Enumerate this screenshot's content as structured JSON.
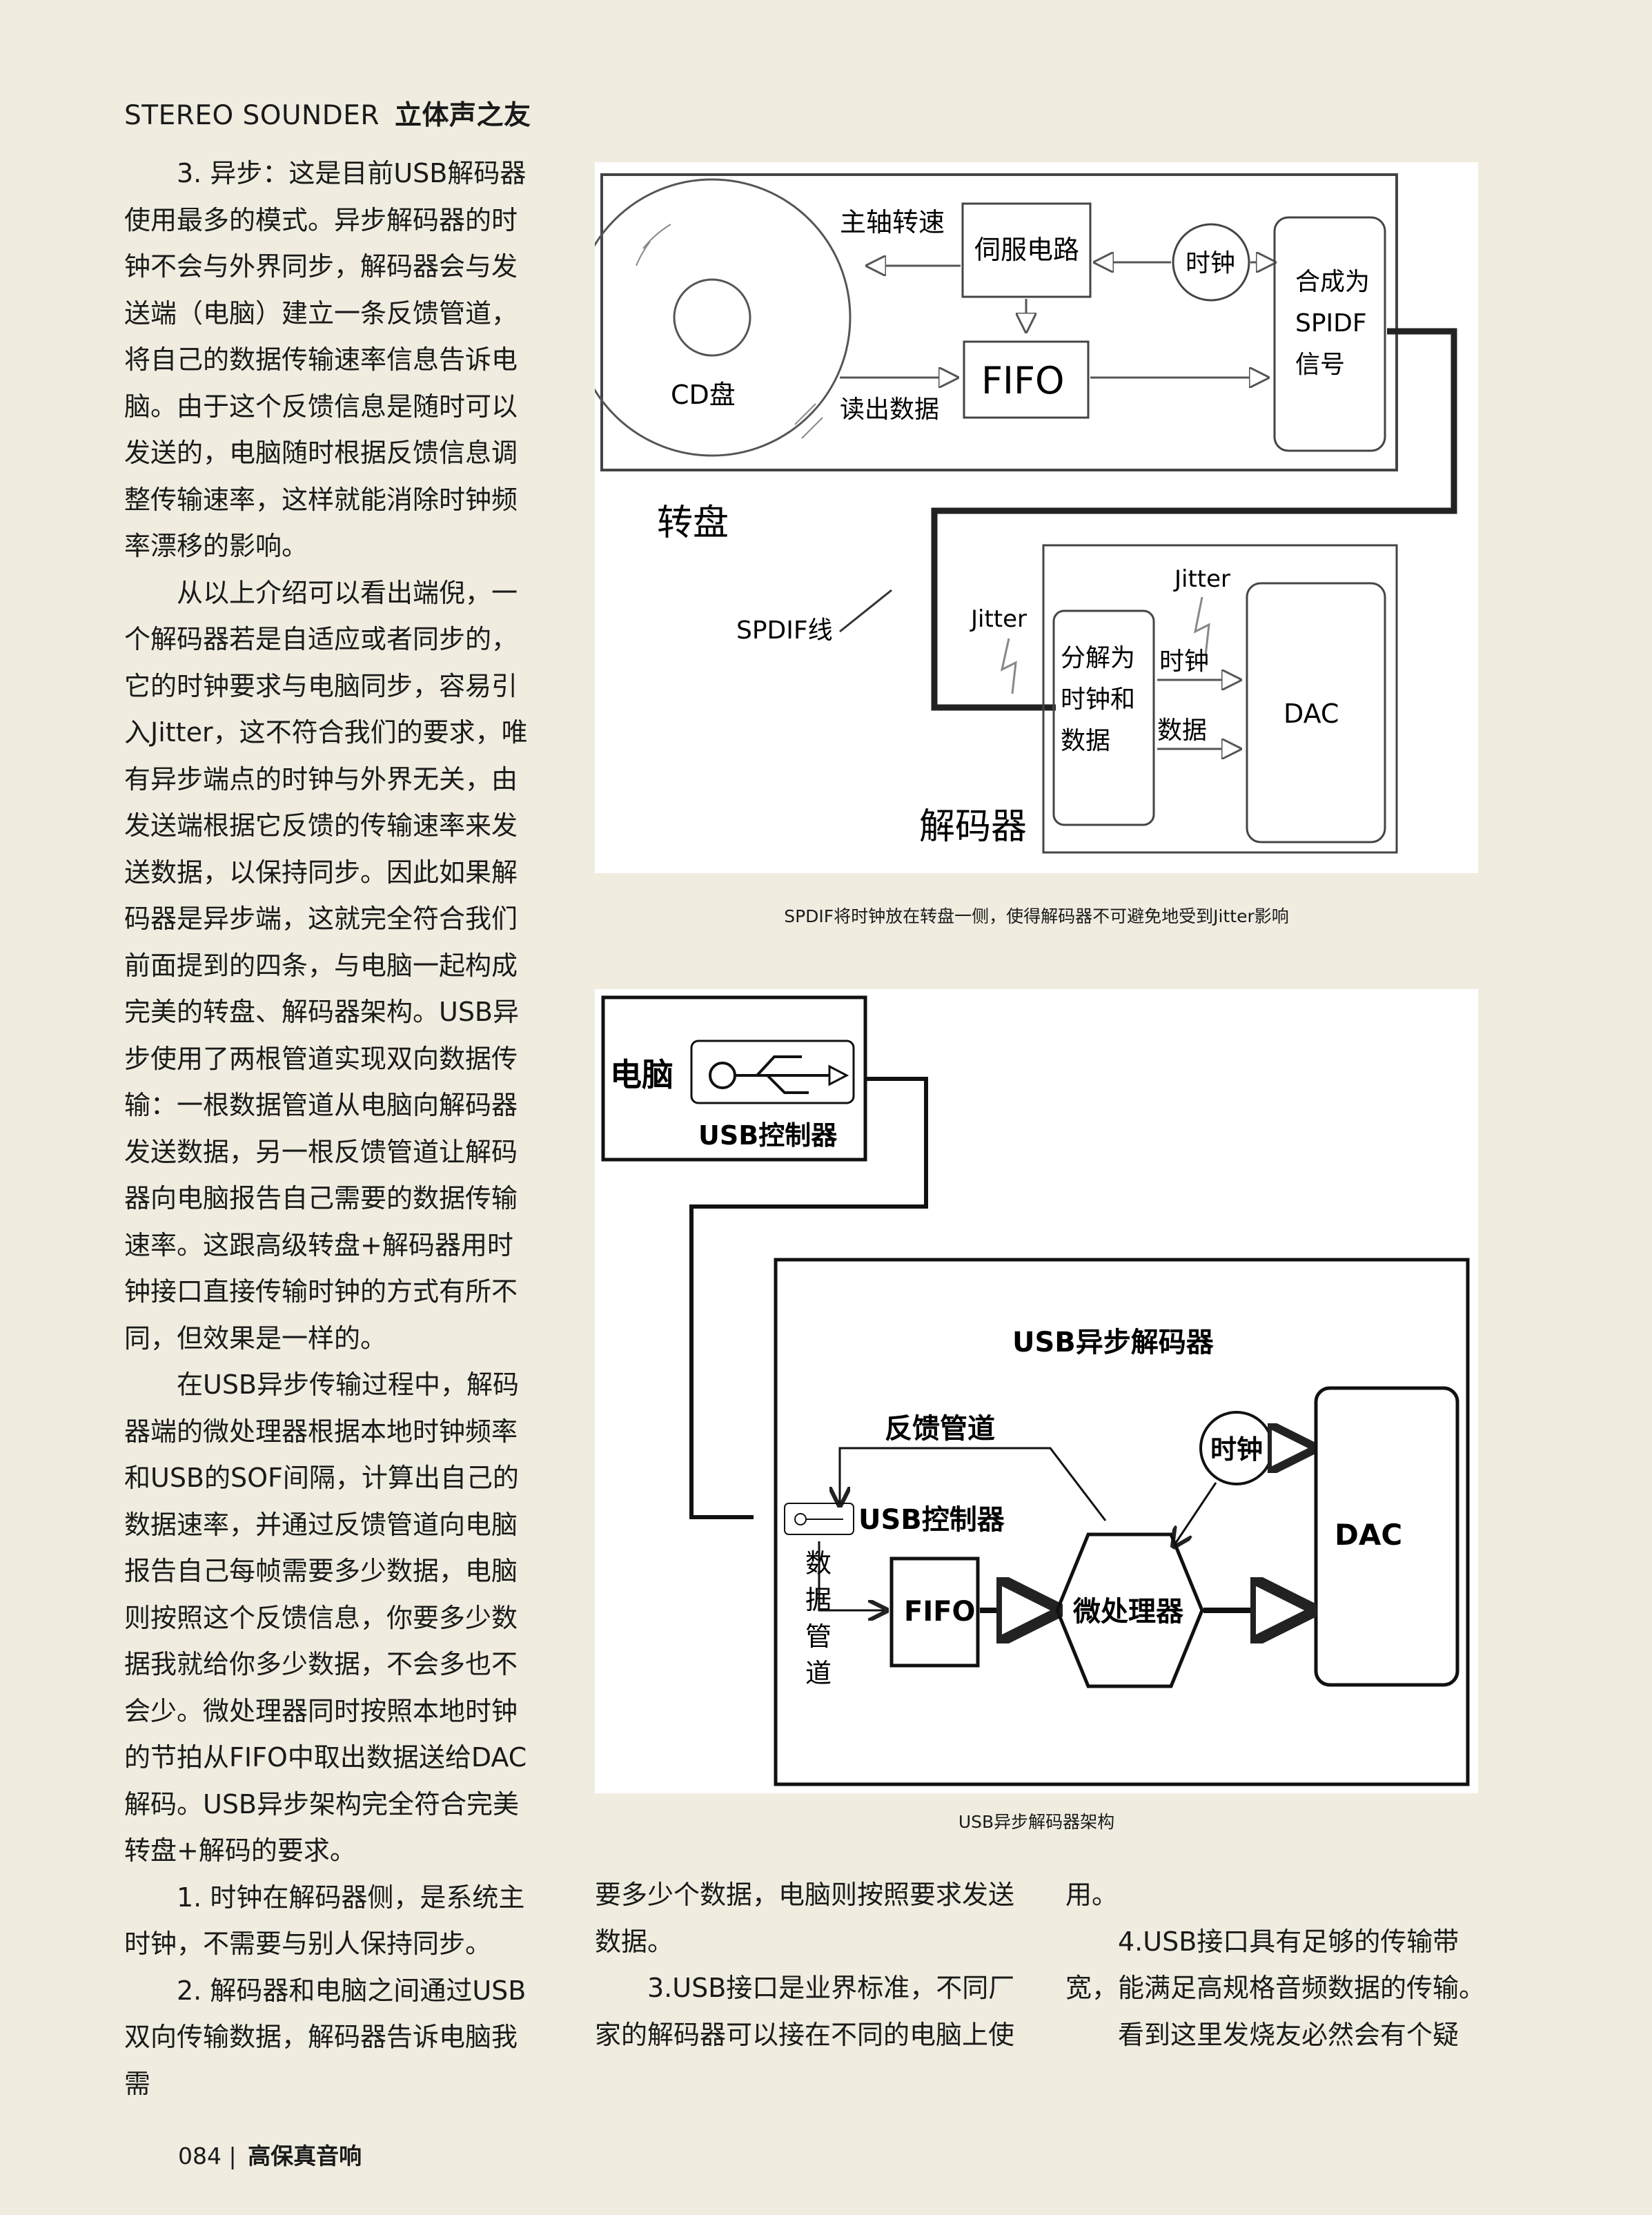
{
  "header": {
    "en": "STEREO SOUNDER",
    "cn": "立体声之友"
  },
  "col1": [
    "3. 异步：这是目前USB解码器使用最多的模式。异步解码器的时钟不会与外界同步，解码器会与发送端（电脑）建立一条反馈管道，将自己的数据传输速率信息告诉电脑。由于这个反馈信息是随时可以发送的，电脑随时根据反馈信息调整传输速率，这样就能消除时钟频率漂移的影响。",
    "从以上介绍可以看出端倪，一个解码器若是自适应或者同步的，它的时钟要求与电脑同步，容易引入Jitter，这不符合我们的要求，唯有异步端点的时钟与外界无关，由发送端根据它反馈的传输速率来发送数据，以保持同步。因此如果解码器是异步端，这就完全符合我们前面提到的四条，与电脑一起构成完美的转盘、解码器架构。USB异步使用了两根管道实现双向数据传输：一根数据管道从电脑向解码器发送数据，另一根反馈管道让解码器向电脑报告自己需要的数据传输速率。这跟高级转盘+解码器用时钟接口直接传输时钟的方式有所不同，但效果是一样的。",
    "在USB异步传输过程中，解码器端的微处理器根据本地时钟频率和USB的SOF间隔，计算出自己的数据速率，并通过反馈管道向电脑报告自己每帧需要多少数据，电脑则按照这个反馈信息，你要多少数据我就给你多少数据，不会多也不会少。微处理器同时按照本地时钟的节拍从FIFO中取出数据送给DAC解码。USB异步架构完全符合完美转盘+解码的要求。",
    "1. 时钟在解码器侧，是系统主时钟，不需要与别人保持同步。",
    "2. 解码器和电脑之间通过USB双向传输数据，解码器告诉电脑我需"
  ],
  "col2": [
    "要多少个数据，电脑则按照要求发送数据。",
    "3.USB接口是业界标准，不同厂家的解码器可以接在不同的电脑上使"
  ],
  "col3": [
    "用。",
    "4.USB接口具有足够的传输带宽，能满足高规格音频数据的传输。",
    "看到这里发烧友必然会有个疑"
  ],
  "fig1": {
    "spindle": "主轴转速",
    "servo": "伺服电路",
    "clock": "时钟",
    "combine": [
      "合成为",
      "SPIDF",
      "信号"
    ],
    "cd": "CD盘",
    "fifo": "FIFO",
    "read": "读出数据",
    "turntable": "转盘",
    "spdif_line": "SPDIF线",
    "jitter": "Jitter",
    "split": [
      "分解为",
      "时钟和",
      "数据"
    ],
    "clk2": "时钟",
    "data": "数据",
    "dac": "DAC",
    "decoder": "解码器",
    "caption": "SPDIF将时钟放在转盘一侧，使得解码器不可避免地受到Jitter影响"
  },
  "fig2": {
    "pc": "电脑",
    "usbctrl": "USB控制器",
    "title": "USB异步解码器",
    "feedback": "反馈管道",
    "clock": "时钟",
    "dac": "DAC",
    "usbctrl2": "USB控制器",
    "pipe": [
      "数",
      "据",
      "管",
      "道"
    ],
    "fifo": "FIFO",
    "mcu": "微处理器",
    "caption": "USB异步解码器架构"
  },
  "footer": {
    "page": "084",
    "mag": "高保真音响"
  }
}
